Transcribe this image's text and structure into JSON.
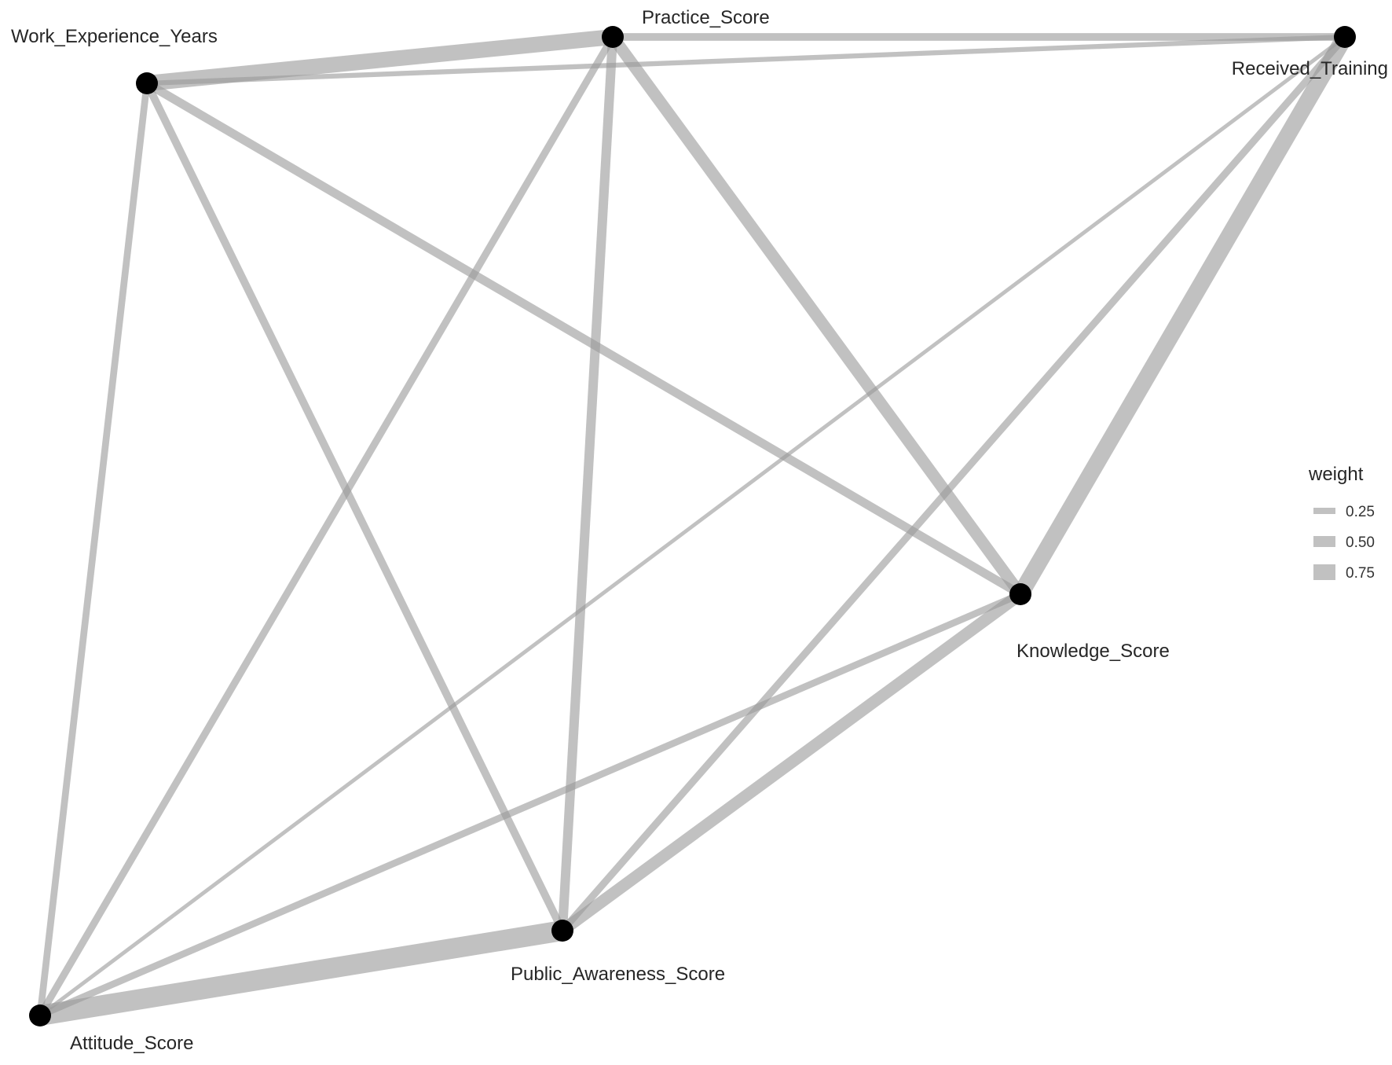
{
  "nodes": [
    {
      "id": "work",
      "label": "Work_Experience_Years"
    },
    {
      "id": "practice",
      "label": "Practice_Score"
    },
    {
      "id": "training",
      "label": "Received_Training"
    },
    {
      "id": "knowledge",
      "label": "Knowledge_Score"
    },
    {
      "id": "public",
      "label": "Public_Awareness_Score"
    },
    {
      "id": "attitude",
      "label": "Attitude_Score"
    }
  ],
  "edges": [
    {
      "from": "work",
      "to": "practice",
      "weight": 0.75
    },
    {
      "from": "work",
      "to": "training",
      "weight": 0.18
    },
    {
      "from": "work",
      "to": "knowledge",
      "weight": 0.38
    },
    {
      "from": "work",
      "to": "public",
      "weight": 0.33
    },
    {
      "from": "work",
      "to": "attitude",
      "weight": 0.28
    },
    {
      "from": "practice",
      "to": "training",
      "weight": 0.32
    },
    {
      "from": "practice",
      "to": "knowledge",
      "weight": 0.55
    },
    {
      "from": "practice",
      "to": "public",
      "weight": 0.42
    },
    {
      "from": "practice",
      "to": "attitude",
      "weight": 0.3
    },
    {
      "from": "training",
      "to": "knowledge",
      "weight": 0.8
    },
    {
      "from": "training",
      "to": "public",
      "weight": 0.3
    },
    {
      "from": "training",
      "to": "attitude",
      "weight": 0.12
    },
    {
      "from": "knowledge",
      "to": "public",
      "weight": 0.55
    },
    {
      "from": "knowledge",
      "to": "attitude",
      "weight": 0.28
    },
    {
      "from": "public",
      "to": "attitude",
      "weight": 1.0
    }
  ],
  "legend": {
    "title": "weight",
    "items": [
      {
        "label": "0.25",
        "weight": 0.25
      },
      {
        "label": "0.50",
        "weight": 0.5
      },
      {
        "label": "0.75",
        "weight": 0.75
      }
    ]
  },
  "colors": {
    "edge": "#9b9b9b",
    "node": "#000000",
    "text": "#262626",
    "background": "#ffffff"
  }
}
